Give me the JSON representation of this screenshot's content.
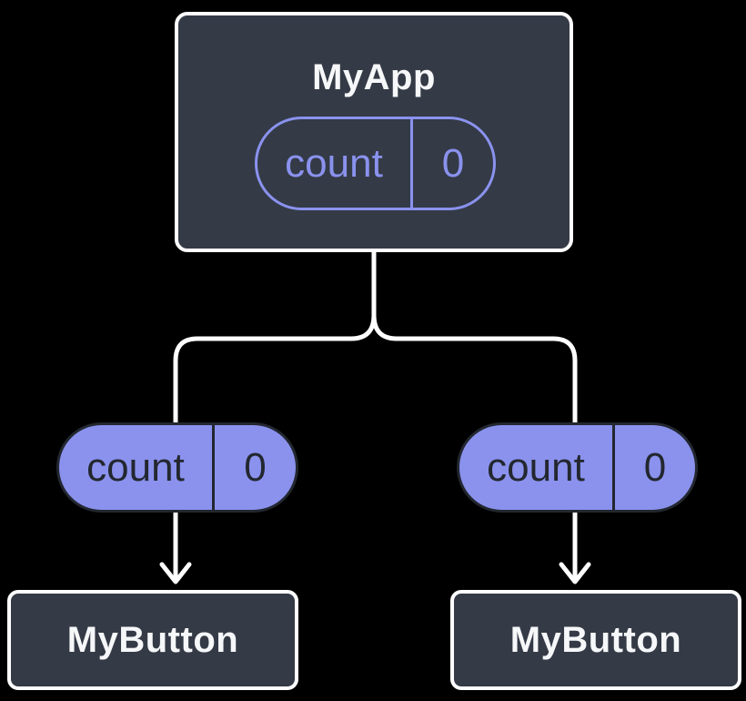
{
  "colors": {
    "background": "#000000",
    "card-bg": "#343A46",
    "card-border": "#FFFFFF",
    "purple": "#8A92EE",
    "pill-dark": "#23272F",
    "line": "#FFFFFF",
    "title-text": "#F6F7F9"
  },
  "root": {
    "title": "MyApp",
    "state_pill": {
      "key": "count",
      "value": "0"
    }
  },
  "branches": [
    {
      "prop_pill": {
        "key": "count",
        "value": "0"
      },
      "child": {
        "title": "MyButton"
      }
    },
    {
      "prop_pill": {
        "key": "count",
        "value": "0"
      },
      "child": {
        "title": "MyButton"
      }
    }
  ]
}
